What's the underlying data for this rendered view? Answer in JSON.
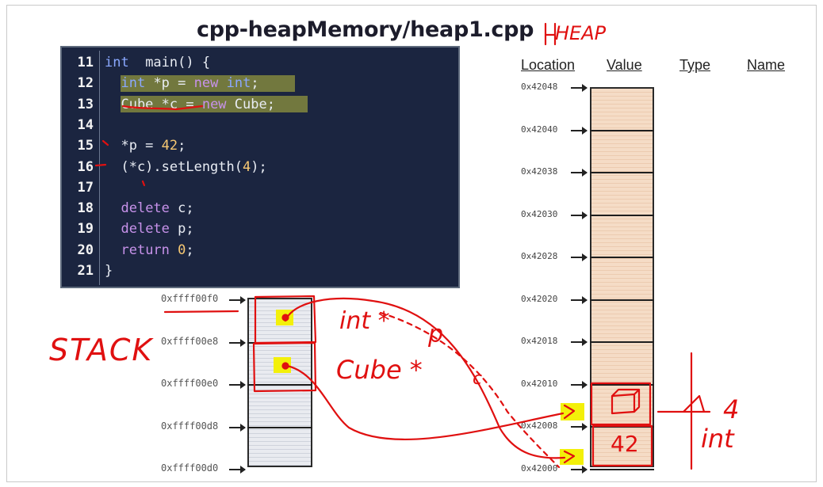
{
  "title": "cpp-heapMemory/heap1.cpp",
  "code": [
    {
      "ln": "11",
      "parts": [
        [
          "kw",
          "int"
        ],
        [
          "",
          "  main() {"
        ]
      ]
    },
    {
      "ln": "12",
      "parts": [
        [
          "",
          "  "
        ],
        [
          "kw",
          "int"
        ],
        [
          "",
          " *p = "
        ],
        [
          "kw2",
          "new"
        ],
        [
          "",
          " "
        ],
        [
          "kw",
          "int"
        ],
        [
          "",
          ";"
        ]
      ]
    },
    {
      "ln": "13",
      "parts": [
        [
          "",
          "  Cube *c = "
        ],
        [
          "kw2",
          "new"
        ],
        [
          "",
          " Cube;"
        ]
      ]
    },
    {
      "ln": "14",
      "parts": []
    },
    {
      "ln": "15",
      "parts": [
        [
          "",
          "  *p = "
        ],
        [
          "num",
          "42"
        ],
        [
          "",
          ";"
        ]
      ]
    },
    {
      "ln": "16",
      "parts": [
        [
          "",
          "  (*c).setLength("
        ],
        [
          "num",
          "4"
        ],
        [
          "",
          ");"
        ]
      ]
    },
    {
      "ln": "17",
      "parts": []
    },
    {
      "ln": "18",
      "parts": [
        [
          "",
          "  "
        ],
        [
          "kw2",
          "delete"
        ],
        [
          "",
          " c;"
        ]
      ]
    },
    {
      "ln": "19",
      "parts": [
        [
          "",
          "  "
        ],
        [
          "kw2",
          "delete"
        ],
        [
          "",
          " p;"
        ]
      ]
    },
    {
      "ln": "20",
      "parts": [
        [
          "",
          "  "
        ],
        [
          "kw2",
          "return"
        ],
        [
          "",
          " "
        ],
        [
          "num",
          "0"
        ],
        [
          "",
          ";"
        ]
      ]
    },
    {
      "ln": "21",
      "parts": [
        [
          "",
          "}"
        ]
      ]
    }
  ],
  "heap": {
    "headers": {
      "location": "Location",
      "value": "Value",
      "type": "Type",
      "name": "Name"
    },
    "addresses": [
      "0x42048",
      "0x42040",
      "0x42038",
      "0x42030",
      "0x42028",
      "0x42020",
      "0x42018",
      "0x42010",
      "0x42008",
      "0x42000"
    ]
  },
  "stack": {
    "addresses": [
      "0xffff00f0",
      "0xffff00e8",
      "0xffff00e0",
      "0xffff00d8",
      "0xffff00d0"
    ]
  },
  "annotations": {
    "heap_label": "HEAP",
    "stack_label": "STACK",
    "int_ptr": "int *",
    "cube_ptr": "Cube *",
    "p_label": "p",
    "c_label": "c",
    "value_42": "42",
    "value_4": "4",
    "int_label": "int"
  },
  "colors": {
    "ink": "#e01010",
    "highlight": "#f3f00a",
    "code_bg": "#1b2540"
  }
}
